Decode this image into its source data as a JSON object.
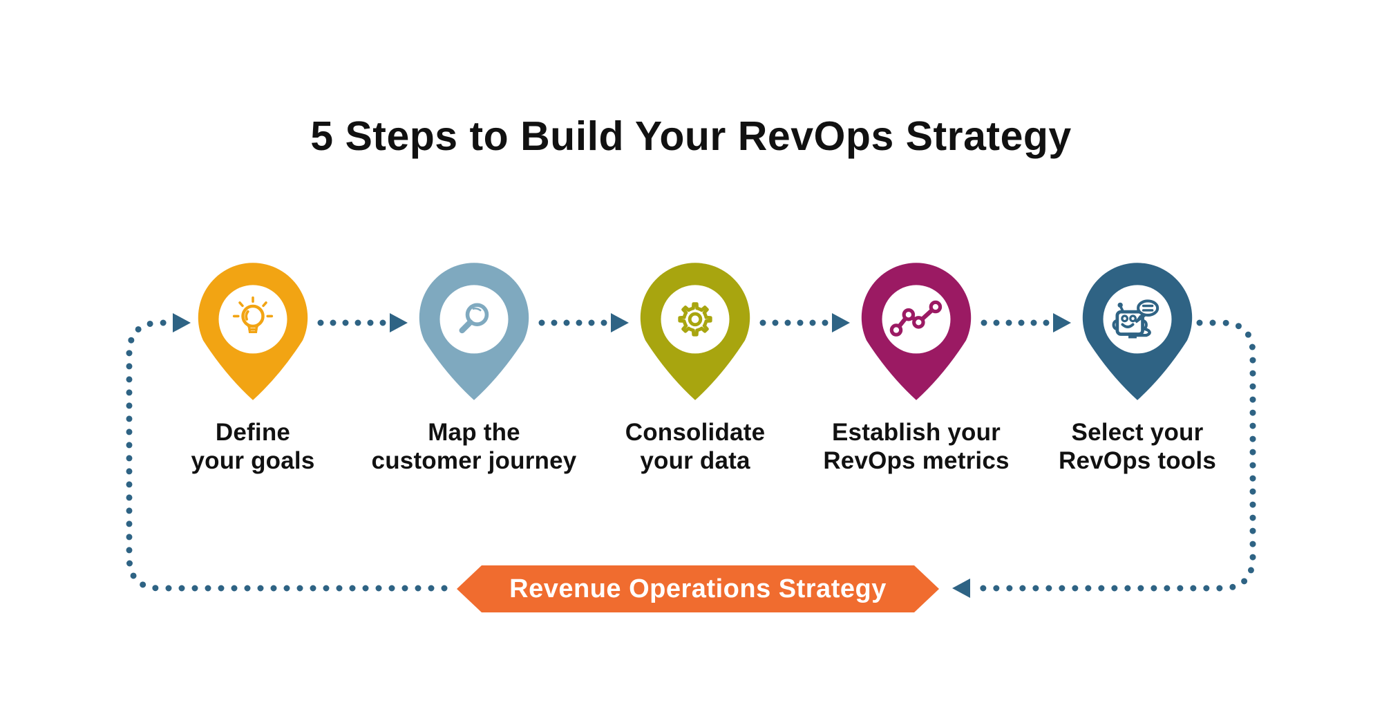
{
  "title": "5 Steps to Build Your RevOps Strategy",
  "steps": [
    {
      "line1": "Define",
      "line2": "your goals",
      "color": "#F2A413",
      "icon": "lightbulb-icon"
    },
    {
      "line1": "Map the",
      "line2": "customer journey",
      "color": "#7FA9BF",
      "icon": "magnifier-icon"
    },
    {
      "line1": "Consolidate",
      "line2": "your data",
      "color": "#A8A50F",
      "icon": "gear-icon"
    },
    {
      "line1": "Establish your",
      "line2": "RevOps metrics",
      "color": "#9B1A63",
      "icon": "chart-icon"
    },
    {
      "line1": "Select your",
      "line2": "RevOps tools",
      "color": "#2F6384",
      "icon": "robot-icon"
    }
  ],
  "banner": {
    "label": "Revenue Operations Strategy",
    "color": "#F06C2F"
  },
  "theme": {
    "ink": "#111111",
    "connector": "#2E6384",
    "background": "#FFFFFF"
  }
}
